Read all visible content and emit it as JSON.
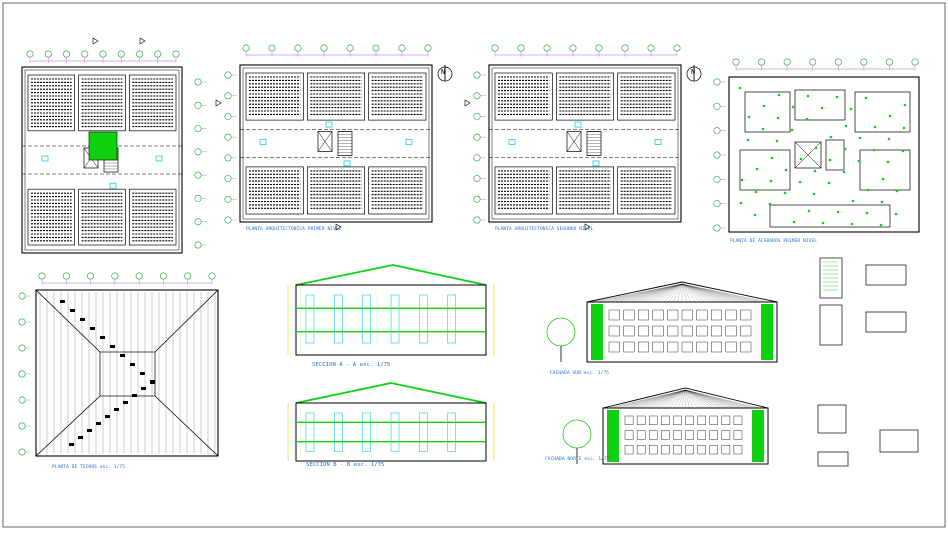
{
  "colors": {
    "wall": "#000000",
    "accent_green": "#0fd10f",
    "cyan": "#22c8e6",
    "label_blue": "#1e6fd0",
    "dim_yellow": "#e8d200",
    "grid_purple": "#8c3cc8",
    "grid_bubble_green": "#17a52f"
  },
  "labels": {
    "plan_first_floor": "PLANTA ARQUITECTONICA PRIMER NIVEL",
    "plan_second_floor": "PLANTA ARQUITECTONICA SEGUNDO NIVEL",
    "plan_ceiling": "PLANTA DE ACABADOS PRIMER NIVEL",
    "plan_roof": "PLANTA DE TECHOS esc. 1/75",
    "section_a": "SECCION A - A esc. 1/75",
    "section_b": "SECCION B - B esc. 1/75",
    "elevation_front": "FACHADA SUR esc. 1/75",
    "elevation_rear": "FACHADA NORTE esc. 1/75",
    "north": "N"
  }
}
